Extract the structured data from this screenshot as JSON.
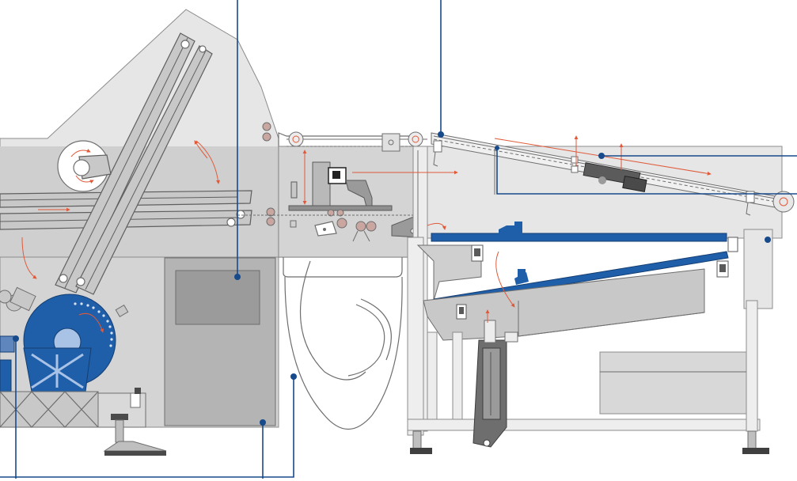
{
  "diagram": {
    "callouts": [
      {
        "id": "callout-top-left"
      },
      {
        "id": "callout-top-center"
      },
      {
        "id": "callout-right-upper"
      },
      {
        "id": "callout-right-lower"
      },
      {
        "id": "callout-bottom-left"
      },
      {
        "id": "callout-bottom-center"
      },
      {
        "id": "callout-bottom-middle"
      }
    ]
  },
  "colors": {
    "machine_body": "#d4d4d4",
    "machine_panel": "#e6e6e6",
    "accent_blue": "#1f5ea8",
    "motion_arrow": "#e05a3a",
    "callout_line": "#174a8b"
  }
}
